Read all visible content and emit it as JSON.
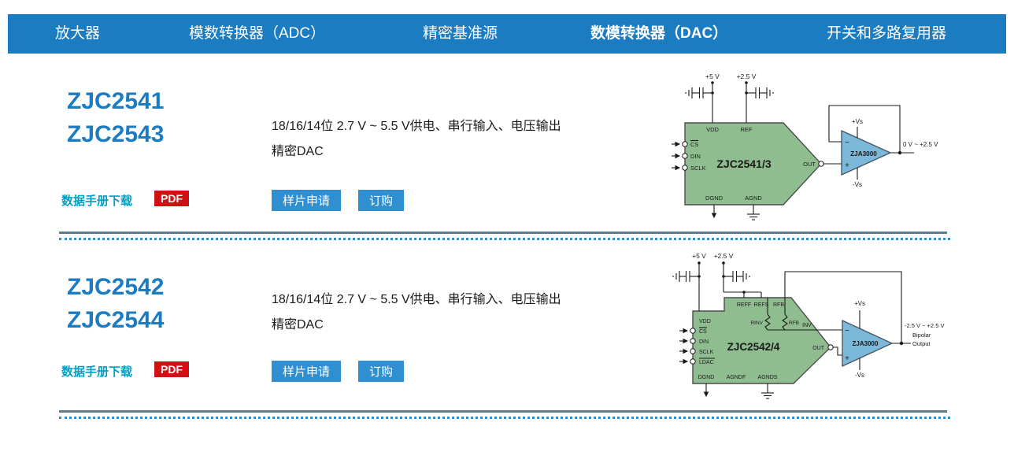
{
  "nav": {
    "items": [
      {
        "label": "放大器"
      },
      {
        "label": "模数转换器（ADC）"
      },
      {
        "label": "精密基准源"
      },
      {
        "label": "数模转换器（DAC）"
      },
      {
        "label": "开关和多路复用器"
      }
    ]
  },
  "colors": {
    "nav_blue": "#1c7cc2",
    "link_teal": "#00a0c4",
    "pdf_red": "#d01114",
    "button_blue": "#2f8fd0",
    "chip_green": "#8fbd90",
    "opamp_blue": "#7cb8da"
  },
  "products": [
    {
      "model1": "ZJC2541",
      "model2": "ZJC2543",
      "desc1": "18/16/14位 2.7 V ~ 5.5 V供电、串行输入、电压输出",
      "desc2": "精密DAC",
      "datasheet": "数据手册下载",
      "pdf": "PDF",
      "sample": "样片申请",
      "order": "订购",
      "diagram": {
        "supply1": "+5 V",
        "supply2": "+2.5 V",
        "pin_vdd": "VDD",
        "pin_ref": "REF",
        "pin_cs": "CS",
        "pin_din": "DIN",
        "pin_sclk": "SCLK",
        "chip": "ZJC2541/3",
        "pin_out": "OUT",
        "pin_dgnd": "DGND",
        "pin_agnd": "AGND",
        "opamp": "ZJA3000",
        "vplus": "+Vs",
        "vminus": "-Vs",
        "minus": "−",
        "plus": "+",
        "output": "0 V ~ +2.5 V"
      }
    },
    {
      "model1": "ZJC2542",
      "model2": "ZJC2544",
      "desc1": "18/16/14位 2.7 V ~ 5.5 V供电、串行输入、电压输出",
      "desc2": "精密DAC",
      "datasheet": "数据手册下载",
      "pdf": "PDF",
      "sample": "样片申请",
      "order": "订购",
      "diagram": {
        "supply1": "+5 V",
        "supply2": "+2.5 V",
        "pin_reff": "REFF",
        "pin_refs": "REFS",
        "pin_rfb": "RFB",
        "pin_vdd": "VDD",
        "pin_cs": "CS",
        "pin_din": "DIN",
        "pin_sclk": "SCLK",
        "pin_ldac": "LDAC",
        "r_inv": "RINV",
        "r_fb": "RFB",
        "inv": "INV",
        "chip": "ZJC2542/4",
        "pin_out": "OUT",
        "pin_dgnd": "DGND",
        "pin_agndf": "AGNDF",
        "pin_agnds": "AGNDS",
        "opamp": "ZJA3000",
        "vplus": "+Vs",
        "vminus": "-Vs",
        "minus": "−",
        "plus": "+",
        "output1": "-2.5 V ~ +2.5 V",
        "output2": "Bipolar",
        "output3": "Output"
      }
    }
  ]
}
